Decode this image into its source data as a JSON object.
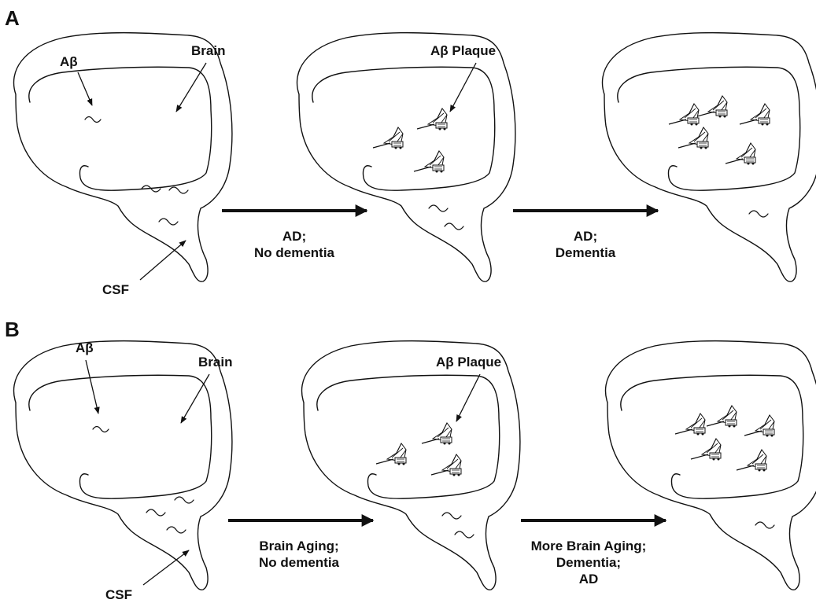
{
  "panels": [
    {
      "letter": "A",
      "abeta_label": "Aβ",
      "brain_label": "Brain",
      "csf_label": "CSF",
      "plaque_label": "Aβ Plaque",
      "transition1": [
        "AD;",
        "No dementia"
      ],
      "transition2": [
        "AD;",
        "Dementia"
      ]
    },
    {
      "letter": "B",
      "abeta_label": "Aβ",
      "brain_label": "Brain",
      "csf_label": "CSF",
      "plaque_label": "Aβ Plaque",
      "transition1": [
        "Brain Aging;",
        "No dementia"
      ],
      "transition2": [
        "More Brain Aging;",
        "Dementia;",
        "AD"
      ]
    }
  ]
}
